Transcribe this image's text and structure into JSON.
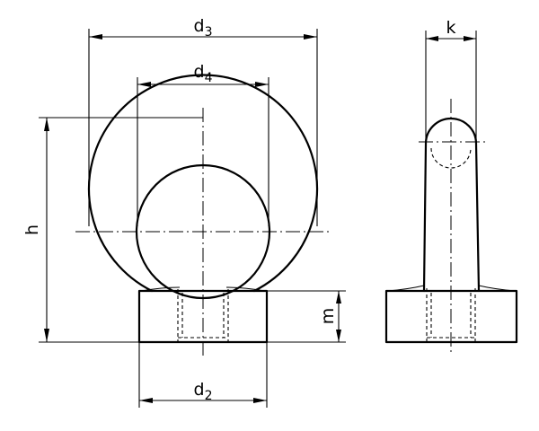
{
  "labels": {
    "d3": {
      "main": "d",
      "sub": "3"
    },
    "d4": {
      "main": "d",
      "sub": "4"
    },
    "d2": {
      "main": "d",
      "sub": "2"
    },
    "h": "h",
    "m": "m",
    "k": "k"
  },
  "colors": {
    "line": "#000000",
    "background": "#ffffff"
  }
}
